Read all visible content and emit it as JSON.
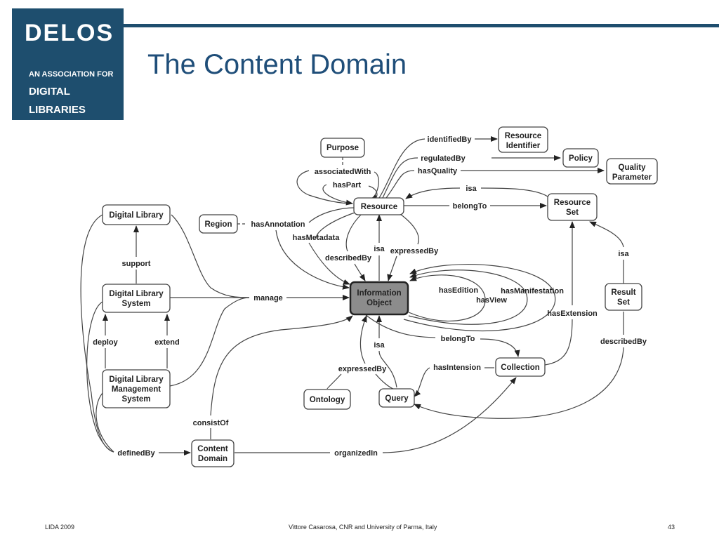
{
  "logo": {
    "word": "DELOS",
    "line1": "AN ASSOCIATION FOR",
    "line2": "DIGITAL",
    "line3": "LIBRARIES"
  },
  "title": "The Content Domain",
  "nodes": {
    "purpose": "Purpose",
    "resource_identifier": [
      "Resource",
      "Identifier"
    ],
    "policy": "Policy",
    "quality_parameter": [
      "Quality",
      "Parameter"
    ],
    "resource": "Resource",
    "resource_set": [
      "Resource",
      "Set"
    ],
    "digital_library": "Digital Library",
    "region": "Region",
    "information_object": [
      "Information",
      "Object"
    ],
    "dl_system": [
      "Digital Library",
      "System"
    ],
    "result_set": [
      "Result",
      "Set"
    ],
    "dlms": [
      "Digital Library",
      "Management",
      "System"
    ],
    "collection": "Collection",
    "ontology": "Ontology",
    "query": "Query",
    "content_domain": [
      "Content",
      "Domain"
    ]
  },
  "edges": {
    "identifiedBy": "identifiedBy",
    "regulatedBy": "regulatedBy",
    "hasQuality": "hasQuality",
    "associatedWith": "associatedWith",
    "hasPart": "hasPart",
    "isa_resource_set": "isa",
    "belongTo_resource_set": "belongTo",
    "hasAnnotation": "hasAnnotation",
    "hasMetadata": "hasMetadata",
    "isa_resource": "isa",
    "expressedBy_top": "expressedBy",
    "describedBy_top": "describedBy",
    "hasEdition": "hasEdition",
    "hasManifestation": "hasManifestation",
    "hasView": "hasView",
    "support": "support",
    "manage": "manage",
    "isa_result_set": "isa",
    "hasExtension": "hasExtension",
    "deploy": "deploy",
    "extend": "extend",
    "belongTo_collection": "belongTo",
    "isa_query": "isa",
    "describedBy_result": "describedBy",
    "expressedBy_bottom": "expressedBy",
    "hasIntension": "hasIntension",
    "consistOf": "consistOf",
    "definedBy": "definedBy",
    "organizedIn": "organizedIn"
  },
  "footer": {
    "left": "LIDA 2009",
    "center": "Vittore Casarosa, CNR and University of Parma, Italy",
    "page": "43"
  }
}
